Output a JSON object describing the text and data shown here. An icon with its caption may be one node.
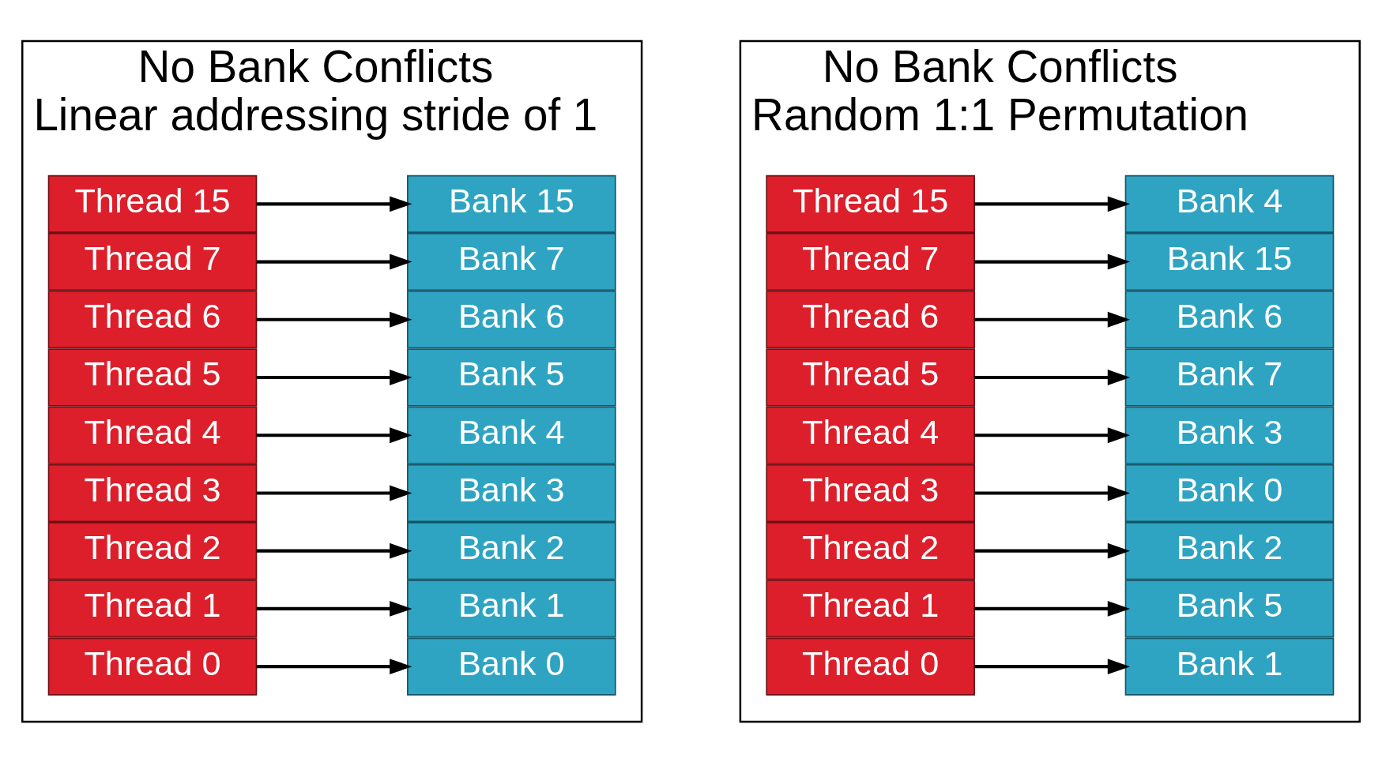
{
  "diagram": {
    "nodes": [
      {
        "text": [
          "No Bank Conflicts",
          "Linear addressing stride of 1"
        ]
      },
      {
        "text": [
          "Thread 0"
        ],
        "in": 0
      },
      {
        "text": [
          "Thread 1"
        ],
        "in": 0
      },
      {
        "text": [
          "Thread 2"
        ],
        "in": 0
      },
      {
        "text": [
          "Thread 3"
        ],
        "in": 0
      },
      {
        "text": [
          "Thread 4"
        ],
        "in": 0
      },
      {
        "text": [
          "Thread 5"
        ],
        "in": 0
      },
      {
        "text": [
          "Thread 6"
        ],
        "in": 0
      },
      {
        "text": [
          "Thread 7"
        ],
        "in": 0
      },
      {
        "text": [
          "Thread 15"
        ],
        "in": 0
      },
      {
        "text": [
          "Bank 0"
        ],
        "in": 0
      },
      {
        "text": [
          "Bank 1"
        ],
        "in": 0
      },
      {
        "text": [
          "Bank 2"
        ],
        "in": 0
      },
      {
        "text": [
          "Bank 3"
        ],
        "in": 0
      },
      {
        "text": [
          "Bank 4"
        ],
        "in": 0
      },
      {
        "text": [
          "Bank 5"
        ],
        "in": 0
      },
      {
        "text": [
          "Bank 6"
        ],
        "in": 0
      },
      {
        "text": [
          "Bank 7"
        ],
        "in": 0
      },
      {
        "text": [
          "Bank 15"
        ],
        "in": 0
      },
      {
        "text": [
          "No Bank Conflicts",
          "Random 1:1 Permutation"
        ]
      },
      {
        "text": [
          "Thread 0"
        ],
        "in": 19
      },
      {
        "text": [
          "Thread 1"
        ],
        "in": 19
      },
      {
        "text": [
          "Thread 2"
        ],
        "in": 19
      },
      {
        "text": [
          "Thread 3"
        ],
        "in": 19
      },
      {
        "text": [
          "Thread 4"
        ],
        "in": 19
      },
      {
        "text": [
          "Thread 5"
        ],
        "in": 19
      },
      {
        "text": [
          "Thread 6"
        ],
        "in": 19
      },
      {
        "text": [
          "Thread 7"
        ],
        "in": 19
      },
      {
        "text": [
          "Thread 15"
        ],
        "in": 19
      },
      {
        "text": [
          "Bank 0"
        ],
        "in": 19
      },
      {
        "text": [
          "Bank 1"
        ],
        "in": 19
      },
      {
        "text": [
          "Bank 2"
        ],
        "in": 19
      },
      {
        "text": [
          "Bank 3"
        ],
        "in": 19
      },
      {
        "text": [
          "Bank 4"
        ],
        "in": 19
      },
      {
        "text": [
          "Bank 5"
        ],
        "in": 19
      },
      {
        "text": [
          "Bank 6"
        ],
        "in": 19
      },
      {
        "text": [
          "Bank 7"
        ],
        "in": 19
      },
      {
        "text": [
          "Bank 15"
        ],
        "in": 19
      }
    ],
    "edges": [
      {
        "from": 1,
        "to": 10,
        "arrow": "to"
      },
      {
        "from": 2,
        "to": 11,
        "arrow": "to"
      },
      {
        "from": 3,
        "to": 12,
        "arrow": "to"
      },
      {
        "from": 4,
        "to": 13,
        "arrow": "to"
      },
      {
        "from": 5,
        "to": 14,
        "arrow": "to"
      },
      {
        "from": 6,
        "to": 15,
        "arrow": "to"
      },
      {
        "from": 7,
        "to": 16,
        "arrow": "to"
      },
      {
        "from": 8,
        "to": 17,
        "arrow": "to"
      },
      {
        "from": 9,
        "to": 18,
        "arrow": "to"
      },
      {
        "from": 20,
        "to": 30,
        "arrow": "to"
      },
      {
        "from": 21,
        "to": 34,
        "arrow": "to"
      },
      {
        "from": 22,
        "to": 31,
        "arrow": "to"
      },
      {
        "from": 23,
        "to": 29,
        "arrow": "to"
      },
      {
        "from": 24,
        "to": 32,
        "arrow": "to"
      },
      {
        "from": 25,
        "to": 36,
        "arrow": "to"
      },
      {
        "from": 26,
        "to": 35,
        "arrow": "to"
      },
      {
        "from": 27,
        "to": 37,
        "arrow": "to"
      },
      {
        "from": 28,
        "to": 33,
        "arrow": "to"
      }
    ]
  }
}
